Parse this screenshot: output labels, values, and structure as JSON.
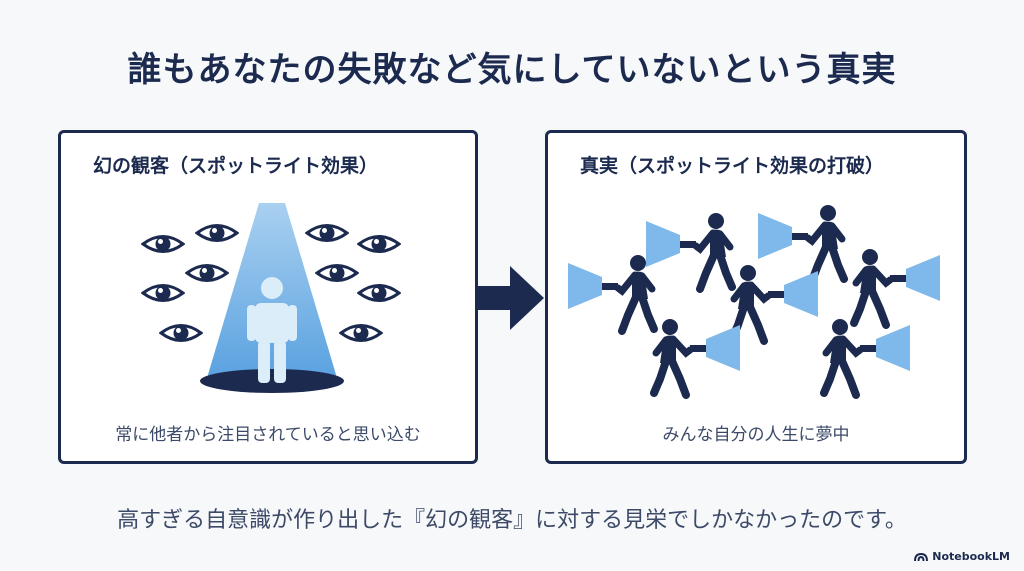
{
  "title": "誰もあなたの失敗など気にしていないという真実",
  "left_panel": {
    "heading": "幻の観客（スポットライト効果）",
    "caption": "常に他者から注目されていると思い込む",
    "icons": [
      "eye-icon",
      "spotlight-icon",
      "person-icon"
    ]
  },
  "right_panel": {
    "heading": "真実（スポットライト効果の打破）",
    "caption": "みんな自分の人生に夢中",
    "icons": [
      "walking-person-icon",
      "flashlight-icon"
    ]
  },
  "connector_icon": "right-arrow-icon",
  "bottom_text": "高すぎる自意識が作り出した『幻の観客』に対する見栄でしかなかったのです。",
  "brand": {
    "label": "NotebookLM",
    "icon": "notebooklm-icon"
  },
  "colors": {
    "navy": "#1b2a4e",
    "light_blue": "#7fb8ea",
    "pale_blue": "#b9d8f2",
    "text_gray": "#3c4a68",
    "background": "#f7f8fa"
  }
}
